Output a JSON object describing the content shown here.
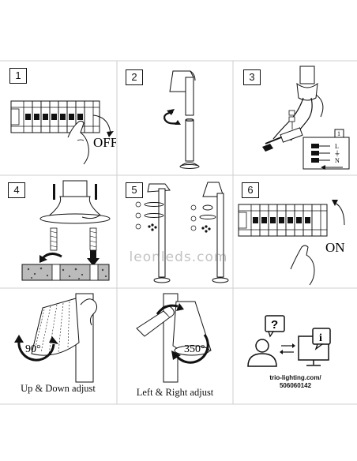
{
  "steps": [
    {
      "number": "1",
      "label": "OFF"
    },
    {
      "number": "2"
    },
    {
      "number": "3",
      "tag": "1"
    },
    {
      "number": "4"
    },
    {
      "number": "5"
    },
    {
      "number": "6",
      "label": "ON"
    }
  ],
  "wire_labels": {
    "live": "L",
    "earth": "⏚",
    "neutral": "N"
  },
  "adjust": {
    "tilt_angle": "90°",
    "tilt_caption": "Up & Down adjust",
    "rotate_angle": "350°",
    "rotate_caption": "Left & Right adjust"
  },
  "help": {
    "website": "trio-lighting.com/",
    "article": "506060142",
    "question_mark": "?",
    "info_mark": "i"
  },
  "watermark": "leonleds.com",
  "colors": {
    "line": "#111111",
    "grid": "#cfcfcf",
    "watermark": "#8a8a8a"
  }
}
